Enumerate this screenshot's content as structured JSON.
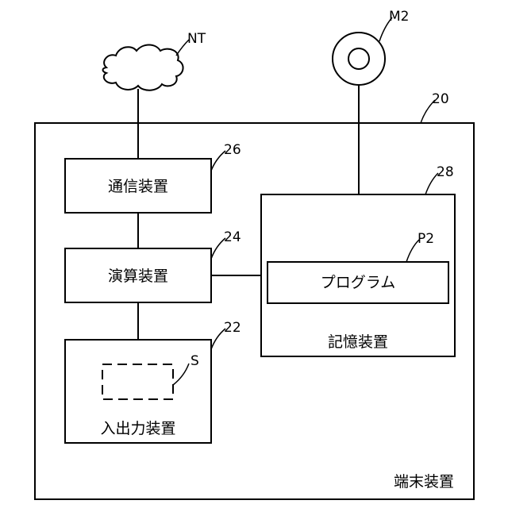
{
  "terminal": {
    "ref": "20",
    "label": "端末装置"
  },
  "network": {
    "ref": "NT"
  },
  "medium": {
    "ref": "M2"
  },
  "communication": {
    "ref": "26",
    "label": "通信装置"
  },
  "processor": {
    "ref": "24",
    "label": "演算装置"
  },
  "io": {
    "ref": "22",
    "label": "入出力装置",
    "screen_ref": "S"
  },
  "storage": {
    "ref": "28",
    "label": "記憶装置"
  },
  "program": {
    "ref": "P2",
    "label": "プログラム"
  }
}
